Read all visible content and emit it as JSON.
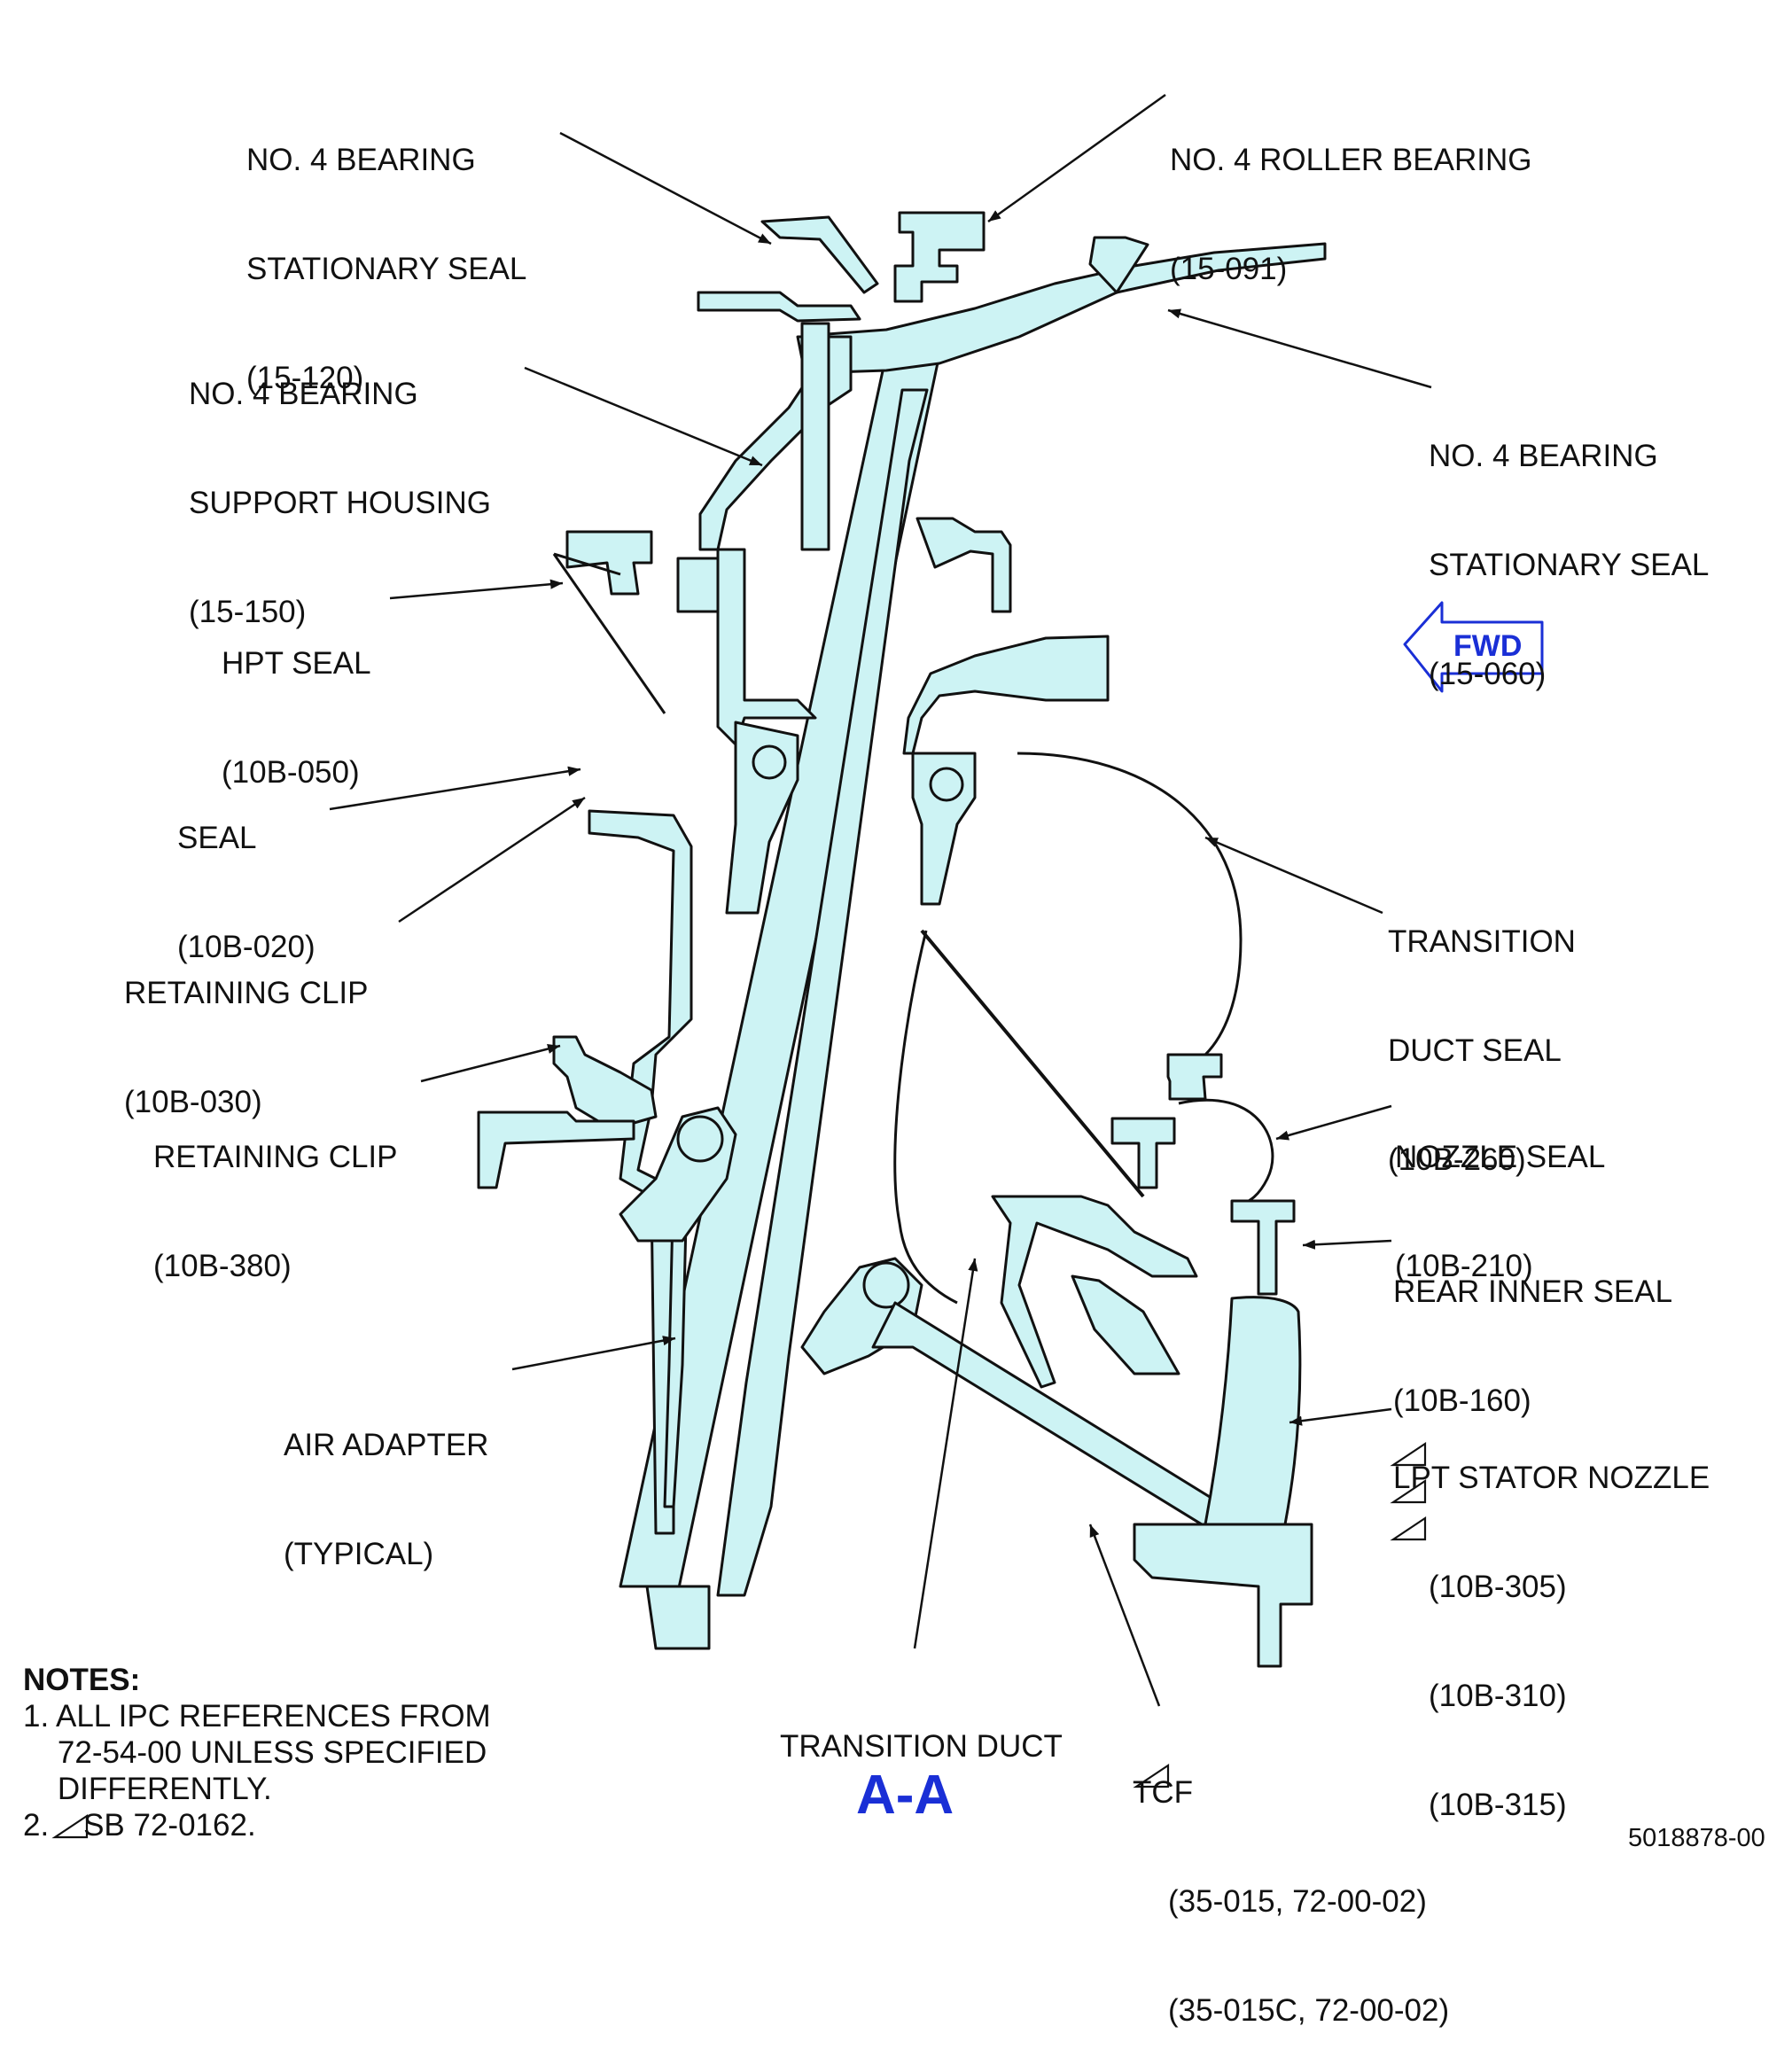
{
  "labels": {
    "stationary_seal_120": [
      "NO. 4 BEARING",
      "STATIONARY SEAL",
      "(15-120)"
    ],
    "roller_bearing": [
      "NO. 4 ROLLER BEARING",
      "(15-091)"
    ],
    "support_housing": [
      "NO. 4 BEARING",
      "SUPPORT HOUSING",
      "(15-150)"
    ],
    "stationary_seal_060": [
      "NO. 4 BEARING",
      "STATIONARY SEAL",
      "(15-060)"
    ],
    "hpt_seal": [
      "HPT SEAL",
      "(10B-050)"
    ],
    "seal": [
      "SEAL",
      "(10B-020)"
    ],
    "retaining_clip_030": [
      "RETAINING CLIP",
      "(10B-030)"
    ],
    "transition_duct_seal": [
      "TRANSITION",
      "DUCT SEAL",
      "(10B-260)"
    ],
    "retaining_clip_380": [
      "RETAINING CLIP",
      "(10B-380)"
    ],
    "nozzle_seal": [
      "NOZZLE SEAL",
      "(10B-210)"
    ],
    "rear_inner_seal": [
      "REAR INNER SEAL",
      "(10B-160)"
    ],
    "air_adapter": [
      "AIR ADAPTER",
      "(TYPICAL)"
    ],
    "lpt_stator_nozzle": [
      "LPT STATOR NOZZLE",
      "(10B-305)",
      "(10B-310)",
      "(10B-315)"
    ],
    "transition_duct": [
      "TRANSITION DUCT"
    ],
    "tcf": [
      "TCF",
      "(35-015, 72-00-02)",
      "(35-015C, 72-00-02)"
    ]
  },
  "notes": {
    "heading": "NOTES:",
    "items": [
      "1. ALL IPC REFERENCES FROM",
      "    72-54-00 UNLESS SPECIFIED",
      "    DIFFERENTLY.",
      "2.    SB 72-0162."
    ]
  },
  "fwd_label": "FWD",
  "view_label": "A-A",
  "document_number": "5018878-00",
  "colors": {
    "part_fill": "#cdf3f4",
    "outline": "#111111",
    "accent_blue": "#1a2fd6"
  },
  "icons": [
    "fwd-arrow-icon",
    "sb-triangle-icon"
  ]
}
